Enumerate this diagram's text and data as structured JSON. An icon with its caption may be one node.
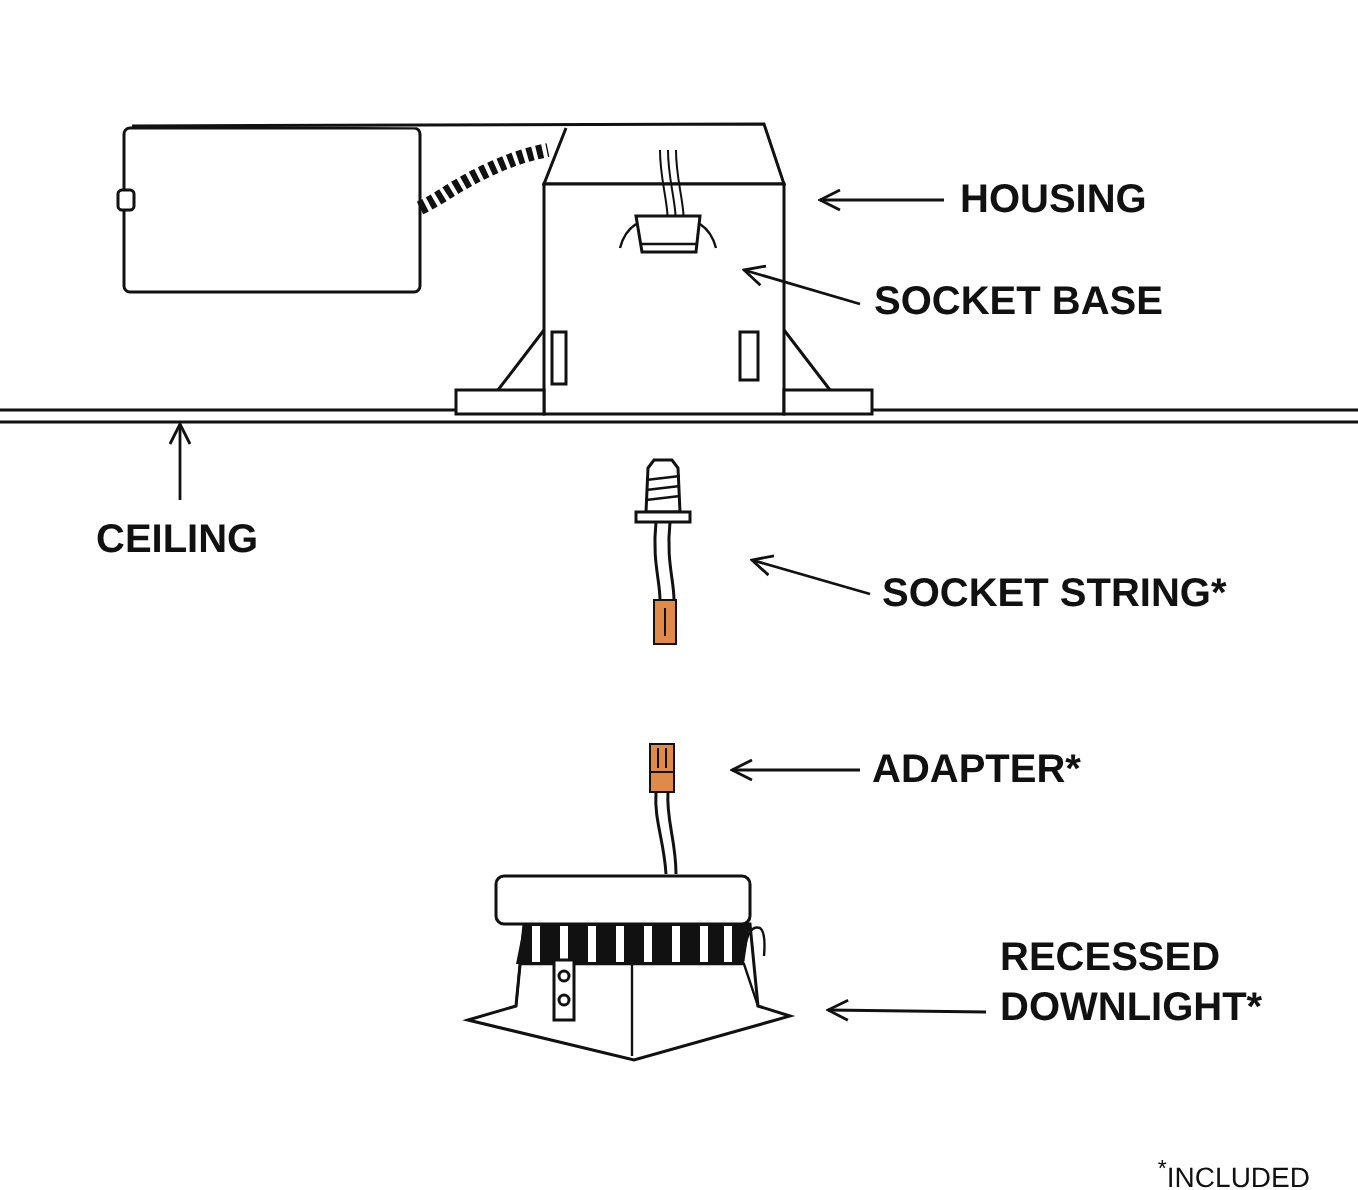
{
  "diagram": {
    "nodes": [
      {
        "text": [
          "HOUSING"
        ]
      },
      {
        "text": [
          "SOCKET BASE"
        ]
      },
      {
        "text": [
          "CEILING"
        ]
      },
      {
        "text": [
          "SOCKET STRING*"
        ]
      },
      {
        "text": [
          "ADAPTER*"
        ]
      },
      {
        "text": [
          "RECESSED DOWNLIGHT*"
        ]
      },
      {
        "text": [],
        "shape": "box"
      },
      {
        "text": [],
        "shape": "cylinder",
        "in": 6
      },
      {
        "text": [],
        "shape": "bar"
      },
      {
        "text": [],
        "shape": "box"
      },
      {
        "text": [],
        "shape": "box"
      },
      {
        "text": [],
        "shape": "box"
      }
    ],
    "edges": [
      {
        "from": 0,
        "to": 6,
        "arrow": "to"
      },
      {
        "from": 1,
        "to": 7,
        "arrow": "to"
      },
      {
        "from": 2,
        "to": 8,
        "arrow": "to"
      },
      {
        "from": 3,
        "to": 9,
        "arrow": "to"
      },
      {
        "from": 4,
        "to": 10,
        "arrow": "to"
      },
      {
        "from": 5,
        "to": 11,
        "arrow": "to"
      }
    ],
    "labels": [
      "$^{*}$INCLUDED"
    ]
  }
}
